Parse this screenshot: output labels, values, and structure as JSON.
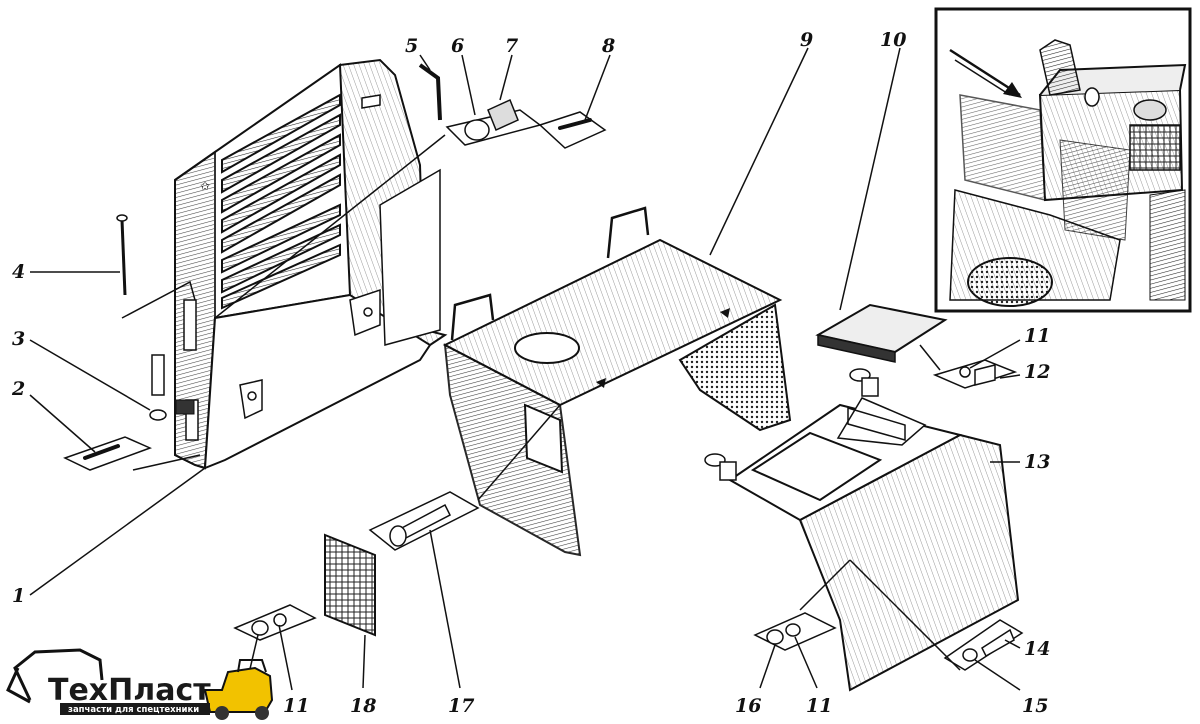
{
  "parts": [
    {
      "id": "1",
      "label": "1"
    },
    {
      "id": "2a",
      "label": "2"
    },
    {
      "id": "2b",
      "label": "2"
    },
    {
      "id": "3",
      "label": "3"
    },
    {
      "id": "4",
      "label": "4"
    },
    {
      "id": "5",
      "label": "5"
    },
    {
      "id": "6",
      "label": "6"
    },
    {
      "id": "7",
      "label": "7"
    },
    {
      "id": "8",
      "label": "8"
    },
    {
      "id": "9",
      "label": "9"
    },
    {
      "id": "10",
      "label": "10"
    },
    {
      "id": "11a",
      "label": "11"
    },
    {
      "id": "11b",
      "label": "11"
    },
    {
      "id": "11c",
      "label": "11"
    },
    {
      "id": "12",
      "label": "12"
    },
    {
      "id": "13",
      "label": "13"
    },
    {
      "id": "14",
      "label": "14"
    },
    {
      "id": "15",
      "label": "15"
    },
    {
      "id": "16",
      "label": "16"
    },
    {
      "id": "17",
      "label": "17"
    },
    {
      "id": "18",
      "label": "18"
    }
  ],
  "logo": {
    "name": "ТехПласт",
    "tagline": "запчасти для спецтехники"
  },
  "colors": {
    "ink": "#111111",
    "paper": "#ffffff",
    "logo_accent": "#f2c200"
  }
}
